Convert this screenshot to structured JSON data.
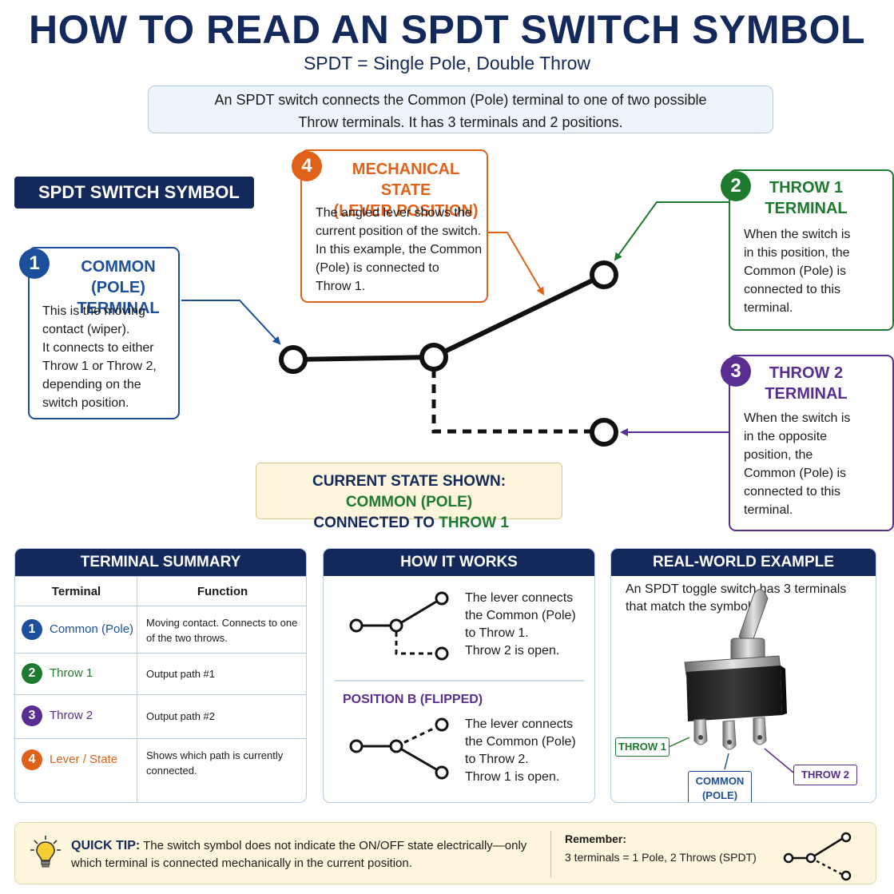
{
  "header": {
    "title": "HOW TO READ AN SPDT SWITCH SYMBOL",
    "subtitle": "SPDT = Single Pole, Double Throw",
    "intro_line1": "An SPDT switch connects the Common (Pole) terminal to one of two possible",
    "intro_line2": "Throw terminals. It has 3 terminals and 2 positions."
  },
  "symbol_banner": "SPDT SWITCH SYMBOL",
  "callouts": {
    "common": {
      "number": "1",
      "title_line1": "COMMON (POLE)",
      "title_line2": "TERMINAL",
      "body": [
        "This is the moving",
        "contact (wiper).",
        "It connects to either",
        "Throw 1 or Throw 2,",
        "depending on the",
        "switch position."
      ]
    },
    "mechanical": {
      "number": "4",
      "title_line1": "MECHANICAL STATE",
      "title_line2": "(LEVER POSITION)",
      "body": [
        "The angled lever shows the",
        "current position of the switch.",
        "In this example, the Common",
        "(Pole) is connected to",
        "Throw 1."
      ]
    },
    "throw1": {
      "number": "2",
      "title_line1": "THROW 1",
      "title_line2": "TERMINAL",
      "body": [
        "When the switch is",
        "in this position, the",
        "Common (Pole) is",
        "connected to this",
        "terminal."
      ]
    },
    "throw2": {
      "number": "3",
      "title_line1": "THROW 2",
      "title_line2": "TERMINAL",
      "body": [
        "When the switch is",
        "in the opposite",
        "position, the",
        "Common (Pole) is",
        "connected to this",
        "terminal."
      ]
    }
  },
  "current_state": {
    "line1": "CURRENT STATE SHOWN:",
    "part_common": "COMMON (POLE)",
    "part_mid": " CONNECTED TO ",
    "part_throw": "THROW 1"
  },
  "terminal_summary": {
    "heading": "TERMINAL SUMMARY",
    "col_terminal": "Terminal",
    "col_function": "Function",
    "rows": [
      {
        "number": "1",
        "name": "Common (Pole)",
        "function_line1": "Moving contact. Connects to one",
        "function_line2": "of the two throws.",
        "color": "#1b4f9c"
      },
      {
        "number": "2",
        "name": "Throw 1",
        "function_line1": "Output path #1",
        "function_line2": "",
        "color": "#1e7a2e"
      },
      {
        "number": "3",
        "name": "Throw 2",
        "function_line1": "Output path #2",
        "function_line2": "",
        "color": "#5a2d91"
      },
      {
        "number": "4",
        "name": "Lever / State",
        "function_line1": "Shows which path is currently",
        "function_line2": "connected.",
        "color": "#e0611a"
      }
    ]
  },
  "how_it_works": {
    "heading": "HOW IT WORKS",
    "position_a": [
      "The lever connects",
      "the Common (Pole)",
      "to Throw 1.",
      "Throw 2 is open."
    ],
    "position_b_label": "POSITION B (FLIPPED)",
    "position_b": [
      "The lever connects",
      "the Common (Pole)",
      "to Throw 2.",
      "Throw 1 is open."
    ]
  },
  "real_world": {
    "heading": "REAL-WORLD EXAMPLE",
    "text_line1": "An SPDT toggle switch has 3 terminals",
    "text_line2": "that match the symbol.",
    "tag_throw1": "THROW 1",
    "tag_common_line1": "COMMON",
    "tag_common_line2": "(POLE)",
    "tag_throw2": "THROW 2"
  },
  "quick_tip": {
    "label": "QUICK TIP:",
    "text": " The switch symbol does not indicate the ON/OFF state electrically—only which terminal is connected mechanically in the current position.",
    "remember_label": "Remember:",
    "remember_text": "3 terminals = 1 Pole, 2 Throws (SPDT)"
  },
  "colors": {
    "navy": "#13295b",
    "common_blue": "#1b4f9c",
    "throw1_green": "#1e7a2e",
    "throw2_purple": "#5a2d91",
    "lever_orange": "#e0611a",
    "state_bg": "#fdf6dc"
  }
}
